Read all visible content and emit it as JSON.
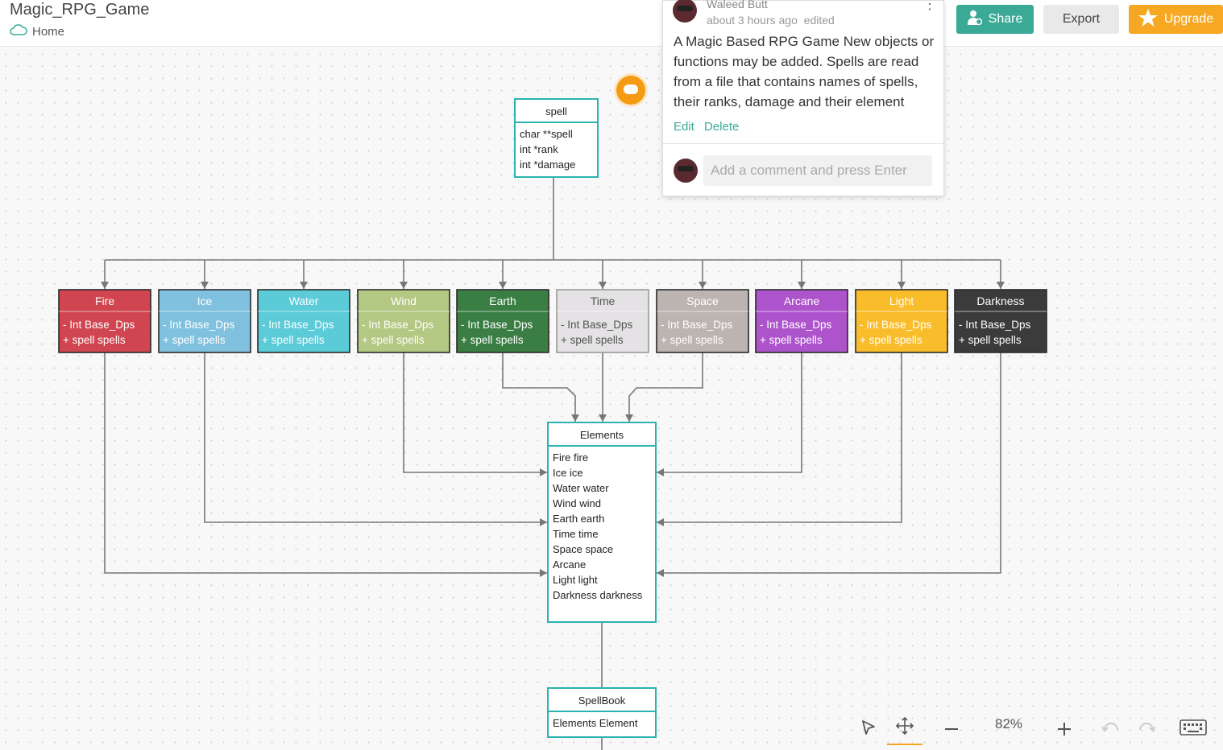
{
  "header": {
    "doc_title": "Magic_RPG_Game",
    "home_label": "Home",
    "share_label": "Share",
    "export_label": "Export",
    "upgrade_label": "Upgrade"
  },
  "comment": {
    "author": "Waleed Butt",
    "time": "about 3 hours ago",
    "edited": "edited",
    "body": "A Magic Based RPG Game New objects or functions may be added. Spells are read from a file that contains names of spells, their ranks, damage and their element",
    "edit_label": "Edit",
    "delete_label": "Delete",
    "input_placeholder": "Add a comment and press Enter"
  },
  "toolbar": {
    "zoom": "82%"
  },
  "diagram": {
    "spell_class": {
      "title": "spell",
      "fields": [
        "char **spell",
        "int *rank",
        "int *damage"
      ]
    },
    "element_classes": [
      {
        "name": "Fire",
        "color": "#d0454f",
        "text": "#ffffff",
        "fields": [
          "-  Int Base_Dps",
          "+ spell spells"
        ]
      },
      {
        "name": "Ice",
        "color": "#7fc1de",
        "text": "#ffffff",
        "fields": [
          "-  Int Base_Dps",
          "+ spell spells"
        ]
      },
      {
        "name": "Water",
        "color": "#5bcbd8",
        "text": "#ffffff",
        "fields": [
          "-  Int Base_Dps",
          "+ spell spells"
        ]
      },
      {
        "name": "Wind",
        "color": "#b3c882",
        "text": "#ffffff",
        "fields": [
          "-  Int Base_Dps",
          "+ spell spells"
        ]
      },
      {
        "name": "Earth",
        "color": "#3a7e44",
        "text": "#ffffff",
        "fields": [
          "-  Int Base_Dps",
          "+ spell spells"
        ]
      },
      {
        "name": "Time",
        "color": "#e4e2e4",
        "text": "#555555",
        "fields": [
          "-  Int Base_Dps",
          "+ spell spells"
        ]
      },
      {
        "name": "Space",
        "color": "#bcb4b1",
        "text": "#ffffff",
        "fields": [
          "-  Int Base_Dps",
          "+ spell spells"
        ]
      },
      {
        "name": "Arcane",
        "color": "#ad54cc",
        "text": "#ffffff",
        "fields": [
          "-  Int Base_Dps",
          "+ spell spells"
        ]
      },
      {
        "name": "Light",
        "color": "#f9bd2c",
        "text": "#ffffff",
        "fields": [
          "-  Int Base_Dps",
          "+ spell spells"
        ]
      },
      {
        "name": "Darkness",
        "color": "#3b3b3b",
        "text": "#ffffff",
        "fields": [
          "-  Int Base_Dps",
          "+ spell spells"
        ]
      }
    ],
    "elements_class": {
      "title": "Elements",
      "fields": [
        "Fire fire",
        "Ice ice",
        "Water water",
        "Wind wind",
        "Earth earth",
        "Time time",
        "Space space",
        "Arcane",
        "Light light",
        "Darkness darkness"
      ]
    },
    "spellbook_class": {
      "title": "SpellBook",
      "fields": [
        "Elements Element"
      ]
    },
    "colors": {
      "teal_border": "#2bb3b0",
      "connector": "#777777"
    }
  }
}
